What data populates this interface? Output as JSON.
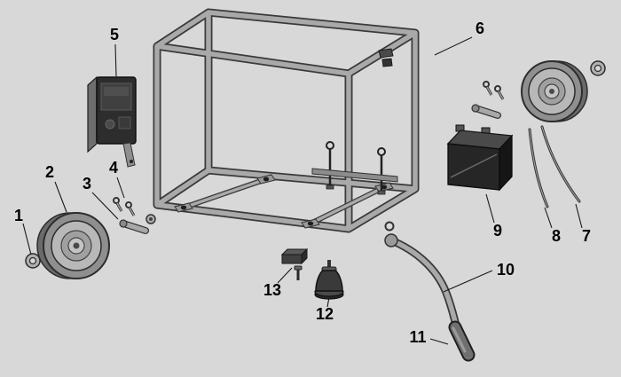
{
  "callouts": [
    {
      "label": "1"
    },
    {
      "label": "2"
    },
    {
      "label": "3"
    },
    {
      "label": "4"
    },
    {
      "label": "5"
    },
    {
      "label": "6"
    },
    {
      "label": "7"
    },
    {
      "label": "8"
    },
    {
      "label": "9"
    },
    {
      "label": "10"
    },
    {
      "label": "11"
    },
    {
      "label": "12"
    },
    {
      "label": "13"
    }
  ],
  "colors": {
    "background": "#d8d8d8",
    "tube_fill": "#a9a9a9",
    "tube_outline": "#3a3a3a",
    "dark_part": "#2b2b2b",
    "mid_gray": "#8c8c8c",
    "light_gray": "#c0c0c0",
    "label_color": "#000000"
  }
}
